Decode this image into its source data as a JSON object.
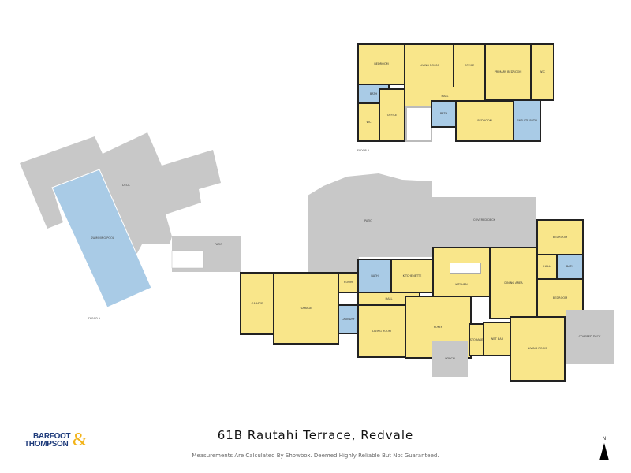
{
  "title": "61B Rautahi Terrace, Redvale",
  "disclaimer": "Measurements Are Calculated By Showbox. Deemed Highly Reliable But Not Guaranteed.",
  "logo": {
    "line1": "BARFOOT",
    "line2": "THOMPSON",
    "amp": "&"
  },
  "north_label": "N",
  "colors": {
    "room": "#f9e68a",
    "wet_room": "#a9cbe6",
    "outdoor": "#c8c8c8",
    "wall": "#222222"
  },
  "floor2": {
    "label": "Floor 2",
    "rooms": [
      "Bedroom",
      "Living Room",
      "Office",
      "Primary Bedroom",
      "WIC",
      "Bath",
      "WC",
      "Office",
      "Hall",
      "Bath",
      "Bedroom",
      "Ensuite Bath"
    ]
  },
  "floor1": {
    "label": "Floor 1",
    "rooms": [
      "Deck",
      "Swimming Pool",
      "Patio",
      "Patio",
      "Covered Deck",
      "Garage",
      "Garage",
      "Room",
      "Bath",
      "Kitchenette",
      "Hall",
      "Laundry",
      "Living Room",
      "Foyer",
      "Kitchen",
      "Dining Area",
      "Bedroom",
      "Hall",
      "Bath",
      "Bedroom",
      "Living Room",
      "Storage",
      "Wet Bar",
      "Porch",
      "Covered Deck"
    ]
  }
}
